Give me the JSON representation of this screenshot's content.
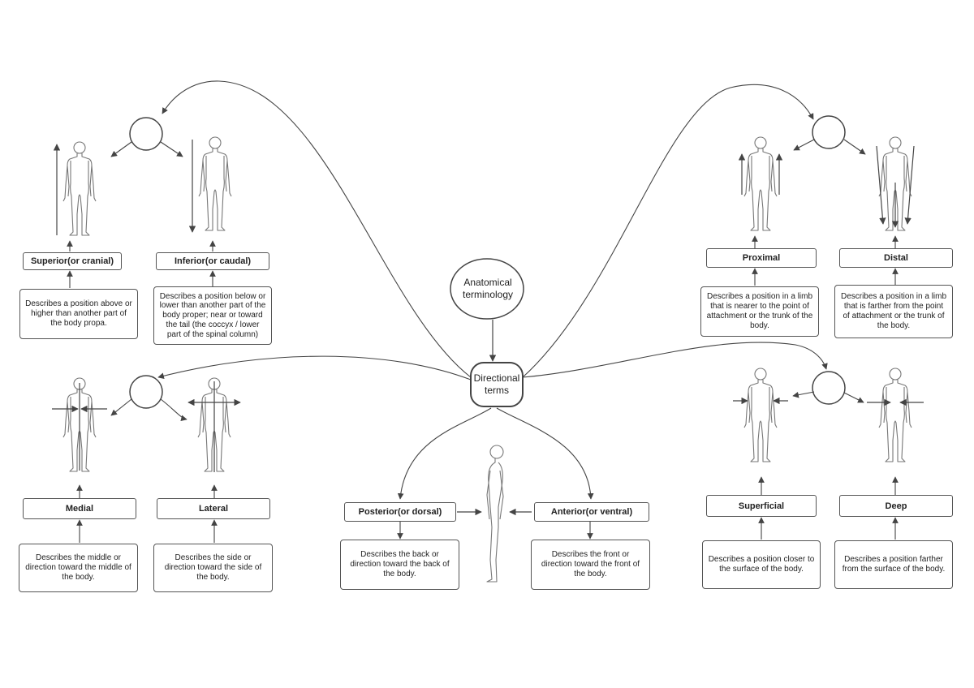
{
  "root": "Anatomical terminology",
  "hub": "Directional terms",
  "terms": {
    "superior": {
      "label": "Superior(or cranial)",
      "description": "Describes a position above or higher than another part of the body propa."
    },
    "inferior": {
      "label": "Inferior(or caudal)",
      "description": "Describes a position below or lower than another part of the body proper; near or toward the tail (the coccyx / lower part of the spinal column)"
    },
    "proximal": {
      "label": "Proximal",
      "description": "Describes a position in a limb that is nearer to the point of attachment or the trunk of the body."
    },
    "distal": {
      "label": "Distal",
      "description": "Describes a position in a limb that is farther from the point of attachment or the trunk of the body."
    },
    "medial": {
      "label": "Medial",
      "description": "Describes the middle or direction toward the middle of the body."
    },
    "lateral": {
      "label": "Lateral",
      "description": "Describes the side or direction toward the side of the body."
    },
    "posterior": {
      "label": "Posterior(or dorsal)",
      "description": "Describes the back or direction toward the back of the body."
    },
    "anterior": {
      "label": "Anterior(or ventral)",
      "description": "Describes the front or direction toward the front of the body."
    },
    "superficial": {
      "label": "Superficial",
      "description": "Describes a position closer to the surface of the body."
    },
    "deep": {
      "label": "Deep",
      "description": "Describes a position farther from the surface of the body."
    }
  },
  "colors": {
    "line": "#444444",
    "figure": "#777777"
  }
}
